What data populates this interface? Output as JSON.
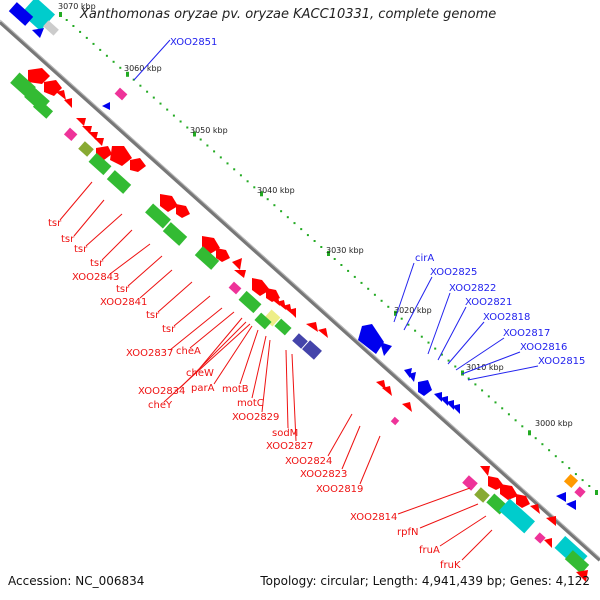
{
  "title": "Xanthomonas oryzae pv. oryzae KACC10331, complete genome",
  "footer": {
    "accession": "Accession: NC_006834",
    "topology": "Topology: circular; Length: 4,941,439 bp; Genes: 4,122"
  },
  "kbp_labels": [
    "3070 kbp",
    "3060 kbp",
    "3050 kbp",
    "3040 kbp",
    "3030 kbp",
    "3020 kbp",
    "3010 kbp",
    "3000 kbp"
  ],
  "red_labels": [
    "tsr",
    "tsr",
    "tsr",
    "tsr",
    "XOO2843",
    "tsr",
    "XOO2841",
    "tsr",
    "tsr",
    "XOO2837",
    "cheA",
    "cheW",
    "XOO2834",
    "parA",
    "motB",
    "cheY",
    "motC",
    "XOO2829",
    "sodM",
    "XOO2827",
    "XOO2824",
    "XOO2823",
    "XOO2819",
    "XOO2814",
    "rpfN",
    "fruA",
    "fruK"
  ],
  "blue_labels": [
    "XOO2851",
    "cirA",
    "XOO2825",
    "XOO2822",
    "XOO2821",
    "XOO2818",
    "XOO2817",
    "XOO2816",
    "XOO2815"
  ],
  "colors": {
    "forward_gene": "#ff0000",
    "reverse_gene": "#0000ee",
    "green_feature": "#33bb33",
    "cyan_feature": "#00cccc",
    "magenta_feature": "#ee3399",
    "navy_feature": "#4444aa",
    "orange_feature": "#ff9900",
    "backbone": "#777777"
  }
}
